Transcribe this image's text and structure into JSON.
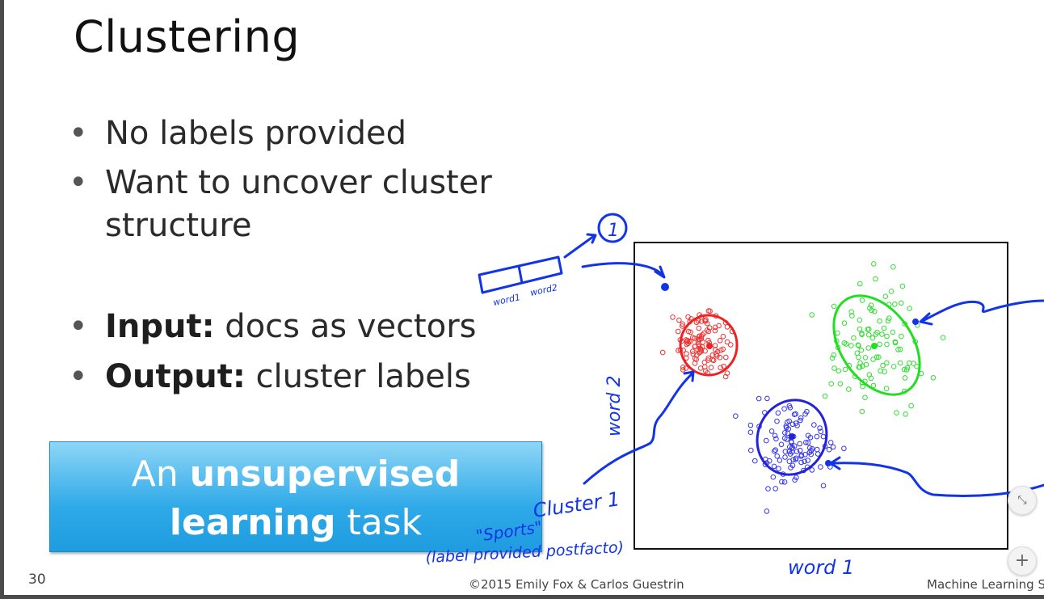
{
  "slide": {
    "title": "Clustering",
    "bullets": [
      {
        "text": "No labels provided"
      },
      {
        "text": "Want to uncover cluster structure"
      },
      {
        "bold": "Input:",
        "text": " docs as vectors"
      },
      {
        "bold": "Output:",
        "text": " cluster labels"
      }
    ],
    "callout": {
      "line1_pre": "An ",
      "line1_bold": "unsupervised",
      "line2_bold": "learning",
      "line2_post": " task"
    },
    "page_number": "30",
    "footer_copyright": "©2015 Emily Fox & Carlos Guestrin",
    "footer_right": "Machine Learning Sp"
  },
  "handwriting": {
    "vector_label_word1": "word1",
    "vector_label_word2": "word2",
    "circled_number": "1",
    "axis_y": "word 2",
    "axis_x": "word 1",
    "cluster_label": "Cluster 1",
    "sports_label": "\"Sports\"",
    "postfacto_label": "(label provided postfacto)"
  },
  "colors": {
    "ink_blue": "#1234e8",
    "red_cluster": "#ee2222",
    "green_cluster": "#22dd22",
    "blue_cluster": "#3333ee",
    "callout_top": "#8ed6f6",
    "callout_bottom": "#1e9ce0"
  },
  "controls": {
    "fit_icon": "fit-to-screen-icon",
    "zoom_in_icon": "plus-icon",
    "zoom_in_label": "+"
  }
}
